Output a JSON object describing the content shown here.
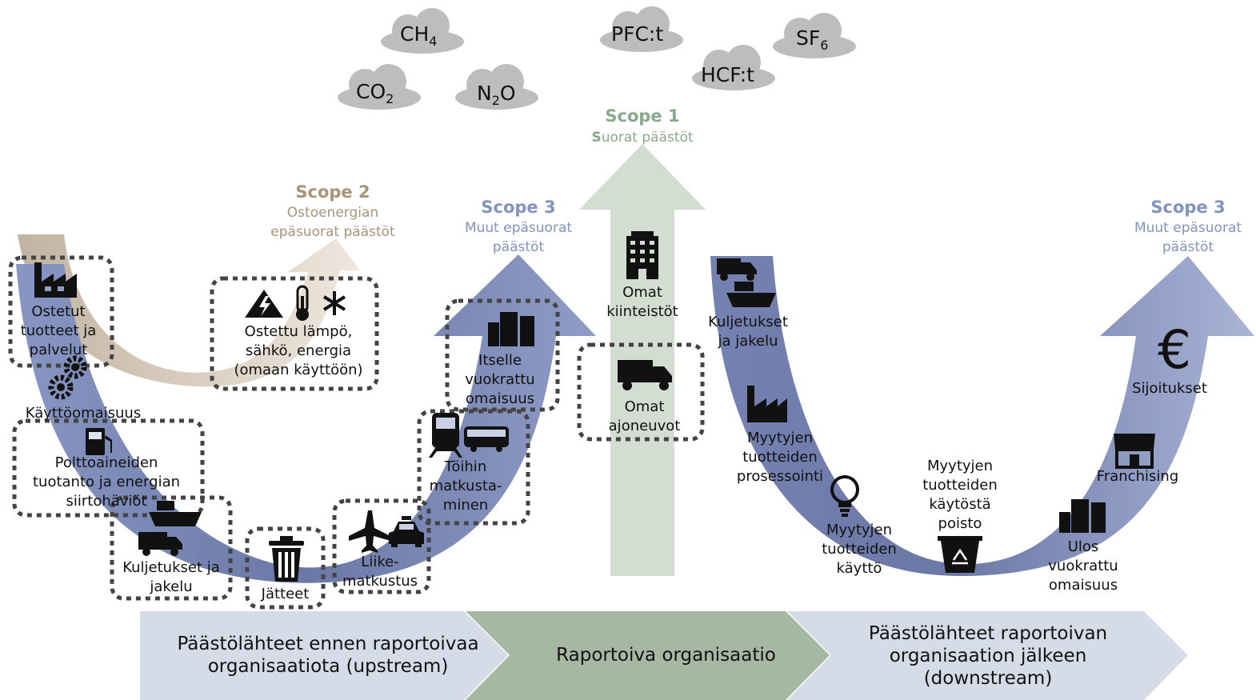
{
  "gases": [
    "CH",
    "4",
    "PFC:t",
    "SF",
    "6",
    "CO",
    "2",
    "N",
    "2",
    "O",
    "HCF:t"
  ],
  "scope1": {
    "title": "Scope 1",
    "sub_first": "S",
    "sub_rest": "uorat päästöt",
    "items": [
      "Omat",
      "kiinteistöt",
      "Omat",
      "ajoneuvot"
    ]
  },
  "scope2": {
    "title": "Scope 2",
    "sub1": "Ostoenergian",
    "sub2": "epäsuorat päästöt",
    "item": [
      "Ostettu lämpö,",
      "sähkö, energia",
      "(omaan käyttöön)"
    ]
  },
  "scope3_up": {
    "title": "Scope 3",
    "sub1": "Muut epäsuorat",
    "sub2": "päästöt"
  },
  "scope3_down": {
    "title": "Scope 3",
    "sub1": "Muut epäsuorat",
    "sub2": "päästöt"
  },
  "upstream": {
    "purchased": [
      "Ostetut",
      "tuotteet ja",
      "palvelut"
    ],
    "capital": "Käyttöomaisuus",
    "fuel": [
      "Polttoaineiden",
      "tuotanto ja energian",
      "siirtohäviöt"
    ],
    "transport": [
      "Kuljetukset ja",
      "jakelu"
    ],
    "waste": "Jätteet",
    "travel": [
      "Liike-",
      "matkustus"
    ],
    "commute": [
      "Töihin",
      "matkusta-",
      "minen"
    ],
    "leased": [
      "Itselle",
      "vuokrattu",
      "omaisuus"
    ]
  },
  "downstream": {
    "transport": [
      "Kuljetukset",
      "ja jakelu"
    ],
    "processing": [
      "Myytyjen",
      "tuotteiden",
      "prosessointi"
    ],
    "use": [
      "Myytyjen",
      "tuotteiden",
      "käyttö"
    ],
    "eol": [
      "Myytyjen",
      "tuotteiden",
      "käytöstä",
      "poisto"
    ],
    "leased": [
      "Ulos",
      "vuokrattu",
      "omaisuus"
    ],
    "franchising": "Franchising",
    "investments": "Sijoitukset",
    "euro_symbol": "€"
  },
  "bands": {
    "upstream": [
      "Päästölähteet ennen raportoivaa",
      "organisaatiota (upstream)"
    ],
    "org": "Raportoiva organisaatio",
    "downstream": [
      "Päästölähteet raportoivan",
      "organisaation jälkeen",
      "(downstream)"
    ]
  },
  "colors": {
    "scope1": "#8aa98a",
    "scope2": "#a89479",
    "scope3": "#8193bf",
    "band_light": "#d6dbe8",
    "band_mid": "#a6b8a2",
    "arrow_blue": "#8f9cc6",
    "arrow_green": "#d3ddd2",
    "arrow_tan": "#e2d8cc",
    "cloud": "#bdbdbd"
  }
}
